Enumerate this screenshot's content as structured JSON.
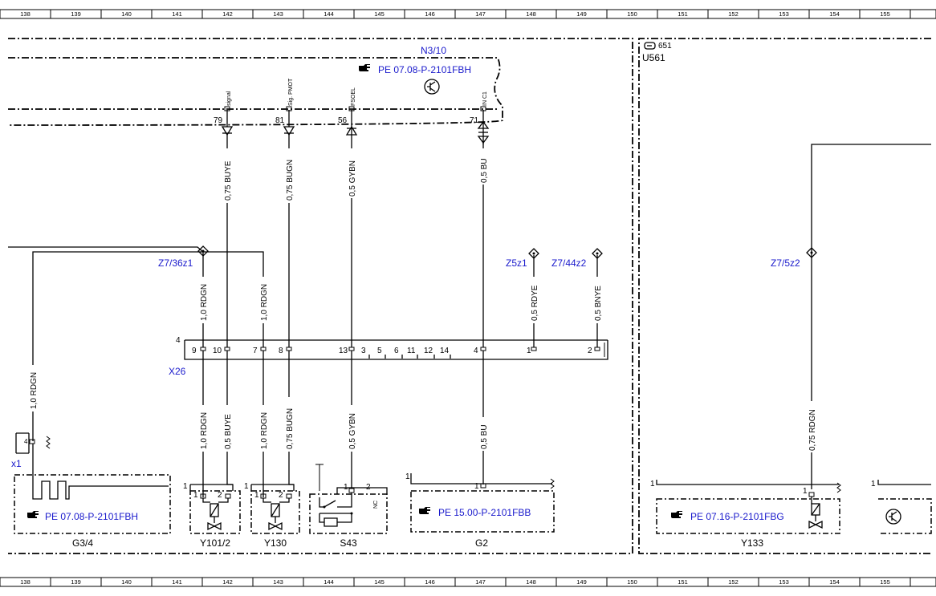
{
  "columns": [
    "138",
    "139",
    "140",
    "141",
    "142",
    "143",
    "144",
    "145",
    "146",
    "147",
    "148",
    "149",
    "150",
    "151",
    "152",
    "153",
    "154",
    "155"
  ],
  "modules": {
    "n3_10": "N3/10",
    "n3_10_ref": "PE 07.08-P-2101FBH",
    "u561": "U561",
    "code_651": "651"
  },
  "pins_top": [
    {
      "num": "79",
      "sig": "signal"
    },
    {
      "num": "81",
      "sig": "Sig. PMOT"
    },
    {
      "num": "56",
      "sig": "FSOEL"
    },
    {
      "num": "71",
      "sig": "IN C1"
    }
  ],
  "wires_top": [
    "0,75 BUYE",
    "0,75 BUGN",
    "0,5 GYBN",
    "0,5 BU"
  ],
  "nodes": {
    "z7_36z1": "Z7/36z1",
    "z5z1": "Z5z1",
    "z7_44z2": "Z7/44z2",
    "z7_5z2": "Z7/5z2"
  },
  "wires_mid": [
    "1,0 RDGN",
    "1,0 RDGN",
    "0,5 RDYE",
    "0,5 BNYE"
  ],
  "x26": {
    "label": "X26",
    "num": "4",
    "pins": [
      "9",
      "10",
      "7",
      "8",
      "13",
      "3",
      "5",
      "6",
      "11",
      "12",
      "14",
      "4",
      "1",
      "2"
    ]
  },
  "wires_bot": [
    "1,0 RDGN",
    "0,5 BUYE",
    "1,0 RDGN",
    "0,75 BUGN",
    "0,5 GYBN",
    "0,5 BU"
  ],
  "left_wire": "1,0 RDGN",
  "x1": {
    "label": "x1",
    "pin": "4"
  },
  "g3_4": {
    "ref": "PE 07.08-P-2101FBH",
    "label": "G3/4"
  },
  "y101_2": {
    "label": "Y101/2",
    "pins": [
      "1",
      "2"
    ],
    "num": "1"
  },
  "y130": {
    "label": "Y130",
    "pins": [
      "1",
      "2"
    ],
    "num": "1"
  },
  "s43": {
    "label": "S43",
    "pins": [
      "1",
      "2"
    ],
    "nc": "NC"
  },
  "g2": {
    "ref": "PE 15.00-P-2101FBB",
    "label": "G2",
    "pin": "1",
    "num": "1"
  },
  "y133": {
    "ref": "PE 07.16-P-2101FBG",
    "label": "Y133",
    "wire": "0,75 RDGN",
    "pin": "1",
    "num": "1"
  },
  "right_num": "1"
}
